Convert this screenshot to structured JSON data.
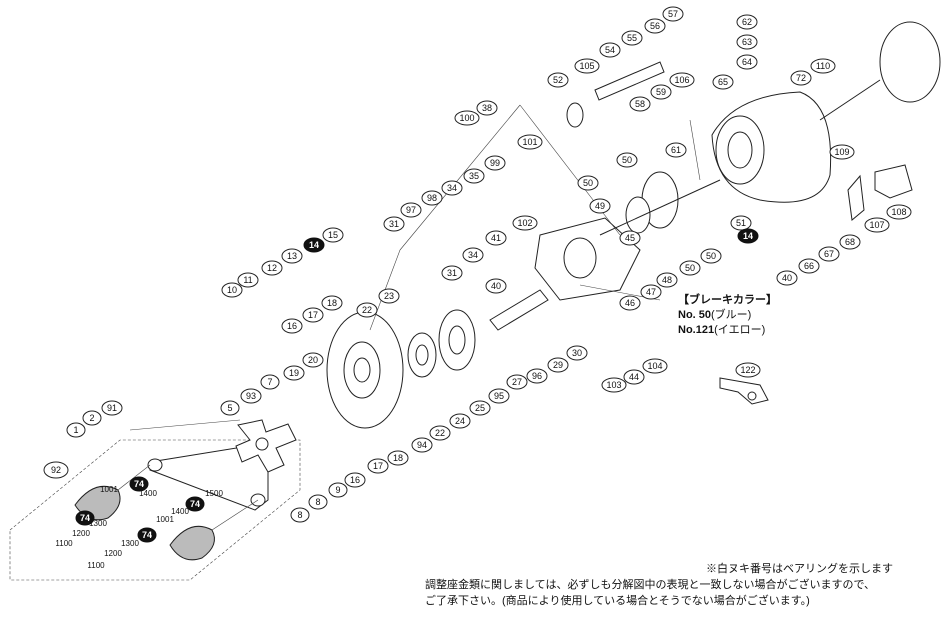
{
  "legend": {
    "title": "【ブレーキカラー】",
    "rows": [
      {
        "no": "No. 50",
        "color": "(ブルー)"
      },
      {
        "no": "No.121",
        "color": "(イエロー)"
      }
    ]
  },
  "notes": {
    "bearing_note": "※白ヌキ番号はベアリングを示します",
    "line1": "調整座金類に関しましては、必ずしも分解図中の表現と一致しない場合がございますので、",
    "line2": "ご了承下さい。(商品により使用している場合とそうでない場合がございます。)"
  },
  "parts": {
    "callouts": [
      "1",
      "2",
      "5",
      "7",
      "8",
      "8",
      "9",
      "10",
      "11",
      "12",
      "13",
      "15",
      "16",
      "16",
      "17",
      "17",
      "18",
      "18",
      "19",
      "20",
      "22",
      "22",
      "23",
      "24",
      "25",
      "27",
      "29",
      "30",
      "31",
      "31",
      "34",
      "34",
      "35",
      "38",
      "40",
      "40",
      "41",
      "44",
      "45",
      "46",
      "47",
      "48",
      "49",
      "50",
      "50",
      "50",
      "50",
      "51",
      "52",
      "54",
      "55",
      "56",
      "57",
      "58",
      "59",
      "61",
      "62",
      "63",
      "64",
      "65",
      "66",
      "67",
      "68",
      "72",
      "91",
      "93",
      "94",
      "95",
      "96",
      "97",
      "98",
      "99",
      "100",
      "101",
      "102",
      "103",
      "104",
      "105",
      "106",
      "107",
      "108",
      "109",
      "110",
      "122"
    ],
    "bearings": [
      "14",
      "14",
      "74",
      "74",
      "74",
      "74"
    ],
    "kit": "92",
    "sub_labels": [
      "1001",
      "1001",
      "1100",
      "1100",
      "1200",
      "1200",
      "1300",
      "1300",
      "1400",
      "1400",
      "1500"
    ]
  }
}
